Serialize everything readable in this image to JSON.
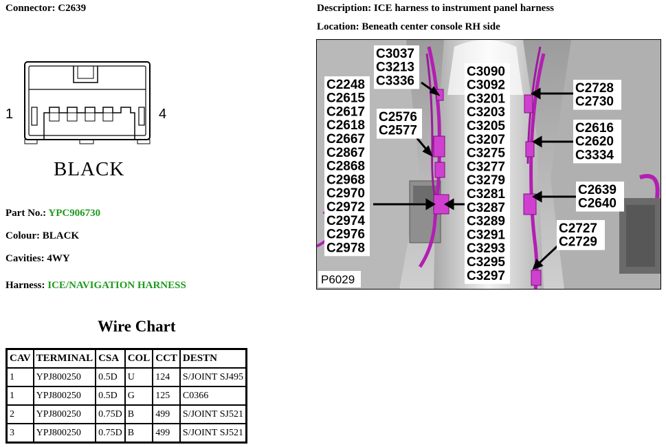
{
  "connector": {
    "label": "Connector:",
    "value": "C2639"
  },
  "diagram": {
    "pin_left": "1",
    "pin_right": "4",
    "colour_text": "BLACK"
  },
  "details": {
    "part_label": "Part No.:",
    "part_value": "YPC906730",
    "colour_label": "Colour:",
    "colour_value": "BLACK",
    "cavities_label": "Cavities:",
    "cavities_value": "4WY",
    "harness_label": "Harness:",
    "harness_value": "ICE/NAVIGATION HARNESS"
  },
  "description": {
    "label": "Description:",
    "value": "ICE harness to instrument panel harness"
  },
  "location": {
    "label": "Location:",
    "value": "Beneath center console RH side"
  },
  "wire_chart": {
    "title": "Wire Chart",
    "headers": [
      "CAV",
      "TERMINAL",
      "CSA",
      "COL",
      "CCT",
      "DESTN"
    ],
    "rows": [
      [
        "1",
        "YPJ800250",
        "0.5D",
        "U",
        "124",
        "S/JOINT SJ495"
      ],
      [
        "1",
        "YPJ800250",
        "0.5D",
        "G",
        "125",
        "C0366"
      ],
      [
        "2",
        "YPJ800250",
        "0.75D",
        "B",
        "499",
        "S/JOINT SJ521"
      ],
      [
        "3",
        "YPJ800250",
        "0.75D",
        "B",
        "499",
        "S/JOINT SJ521"
      ]
    ]
  },
  "photo": {
    "ref": "P6029",
    "group_top_left": [
      "C3037",
      "C3213",
      "C3336"
    ],
    "group_left": [
      "C2248",
      "C2615",
      "C2617",
      "C2618",
      "C2667",
      "C2867",
      "C2868",
      "C2968",
      "C2970",
      "C2972",
      "C2974",
      "C2976",
      "C2978"
    ],
    "group_mid_left": [
      "C2576",
      "C2577"
    ],
    "group_center": [
      "C3090",
      "C3092",
      "C3201",
      "C3203",
      "C3205",
      "C3207",
      "C3275",
      "C3277",
      "C3279",
      "C3281",
      "C3287",
      "C3289",
      "C3291",
      "C3293",
      "C3295",
      "C3297"
    ],
    "group_r1": [
      "C2728",
      "C2730"
    ],
    "group_r2": [
      "C2616",
      "C2620",
      "C3334"
    ],
    "group_r3": [
      "C2639",
      "C2640"
    ],
    "group_r4": [
      "C2727",
      "C2729"
    ],
    "colors": {
      "harness": "#b21fb2",
      "background": "#c9c9c9"
    }
  }
}
